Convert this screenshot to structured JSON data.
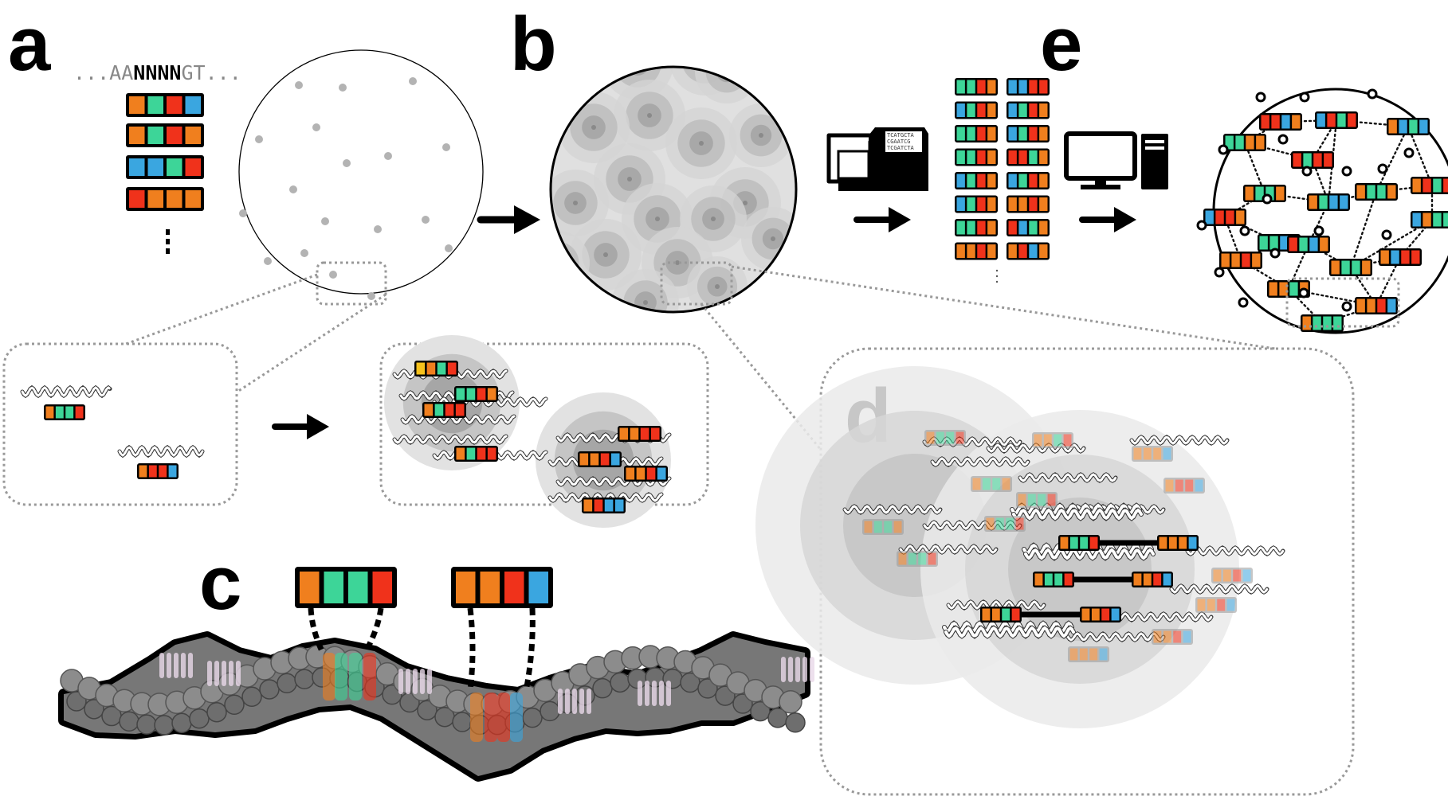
{
  "panel_labels": {
    "a": "a",
    "b": "b",
    "c": "c",
    "d": "d",
    "e": "e"
  },
  "sequence": {
    "prefix": "...AA",
    "random": "NNNN",
    "suffix": "GT..."
  },
  "sequencer_screen": [
    "TCATGCTA",
    "CGAATCG",
    "TCGATCTA"
  ],
  "colors": {
    "orange": "#f07f1e",
    "green": "#3dd598",
    "red": "#f0321b",
    "blue": "#3aa6e0",
    "yellow": "#f6c21c",
    "dotted": "#999999",
    "cluster_gray": "#b0b0b0"
  },
  "icons": [
    "sequencer-icon",
    "monitor-icon",
    "computer-tower-icon",
    "arrow-icon",
    "dna-helix-icon"
  ]
}
